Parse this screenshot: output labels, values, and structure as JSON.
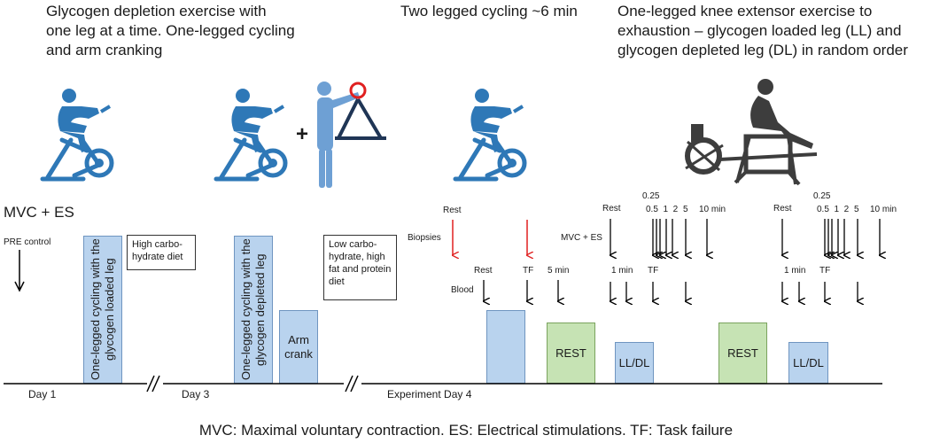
{
  "headers": {
    "left": [
      "Glycogen depletion exercise with",
      "one leg at a time. One-legged cycling",
      "and arm cranking"
    ],
    "middle": "Two legged cycling ~6 min",
    "right": [
      "One-legged knee extensor exercise to",
      "exhaustion – glycogen loaded leg (LL) and",
      "glycogen depleted leg (DL) in random order"
    ]
  },
  "icons": {
    "cyclist_1": "cyclist-icon",
    "cyclist_2": "cyclist-icon",
    "plus": "+",
    "arm_crank": "arm-crank-icon",
    "cyclist_3": "cyclist-icon",
    "knee_extensor": "knee-extensor-machine-icon"
  },
  "left_panel": {
    "mvc_es": "MVC + ES",
    "pre_control": "PRE control",
    "box_loaded": "One-legged cycling with the glycogen loaded leg",
    "diet_high": "High carbo-hydrate diet",
    "box_depleted": "One-legged cycling with the glycogen depleted leg",
    "arm_crank": "Arm crank",
    "diet_low": "Low carbo-hydrate, high fat and protein diet"
  },
  "timeline": {
    "day1": "Day 1",
    "day3": "Day 3",
    "day4": "Experiment Day 4",
    "break": "//"
  },
  "experiment": {
    "rest_top": "Rest",
    "biopsies": "Biopsies",
    "mvc_es": "MVC + ES",
    "blood": "Blood",
    "rest_blood": "Rest",
    "tf_blood": "TF",
    "five_min": "5 min",
    "rest_box_1": "REST",
    "lldl_1": "LL/DL",
    "rest_box_2": "REST",
    "lldl_2": "LL/DL",
    "group1": {
      "rest": "Rest",
      "t025": "0.25",
      "t05_1_2": "0.5  1  2",
      "t5": "5",
      "t10": "10 min",
      "one_min": "1 min",
      "tf": "TF"
    },
    "group2": {
      "rest": "Rest",
      "t025": "0.25",
      "t05_1_2": "0.5  1  2",
      "t5": "5",
      "t10": "10 min",
      "one_min": "1 min",
      "tf": "TF"
    }
  },
  "footer": "MVC: Maximal voluntary contraction. ES: Electrical stimulations. TF: Task failure",
  "colors": {
    "blue_box": "#b9d3ee",
    "green_box": "#c6e3b4",
    "cyclist": "#2e78b7",
    "red_arrow": "#e02020"
  }
}
